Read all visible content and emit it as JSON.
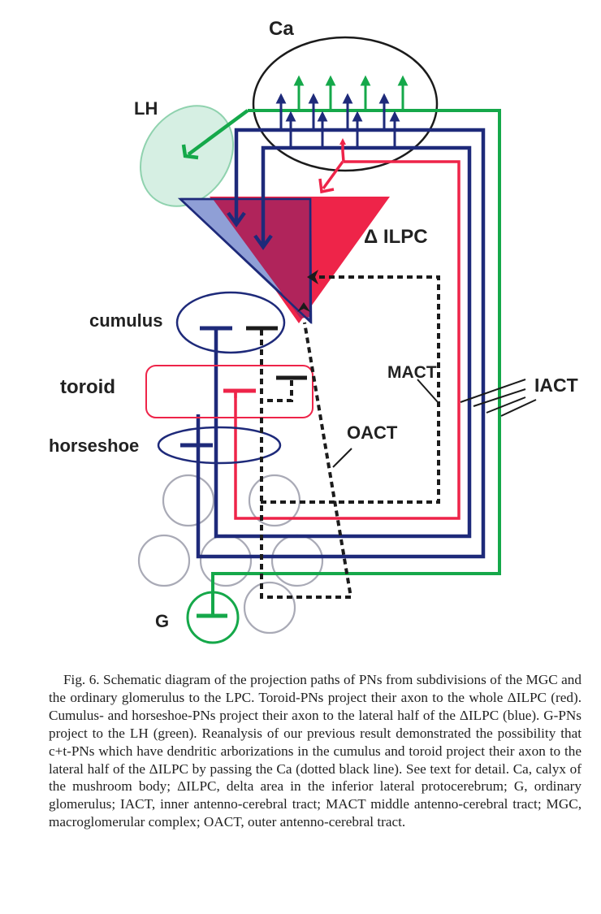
{
  "figure": {
    "labels": {
      "ca": "Ca",
      "lh": "LH",
      "dilpc": "Δ ILPC",
      "cumulus": "cumulus",
      "toroid": "toroid",
      "horseshoe": "horseshoe",
      "mact": "MACT",
      "iact": "IACT",
      "oact": "OACT",
      "g": "G"
    },
    "colors": {
      "red": "#ee2449",
      "blue": "#1e2a7a",
      "green": "#15a84a",
      "light_blue": "#8f9fd6",
      "overlap": "#b0245b",
      "lh_fill": "#d6efe3",
      "lh_stroke": "#8fd2ae",
      "glomerulus": "#a9aab6",
      "black": "#1b1b1b"
    }
  },
  "caption": {
    "text": "Fig. 6.  Schematic diagram of the projection paths of PNs from subdivisions of the MGC and the ordinary glomerulus to the LPC. Toroid-PNs project their axon to the whole ΔILPC (red). Cumulus- and horseshoe-PNs project their axon to the lateral half of the ΔILPC (blue). G-PNs project to the LH (green). Reanalysis of our previous result demonstrated the possibility that c+t-PNs which have dendritic arborizations in the cumulus and toroid project their axon to the lateral half of the ΔILPC by passing the Ca (dotted black line). See text for detail. Ca, calyx of the mushroom body; ΔILPC, delta area in the inferior lateral protocerebrum; G, ordinary glomerulus; IACT, inner antenno-cerebral tract; MACT middle antenno-cerebral tract; MGC, macroglomerular complex; OACT, outer antenno-cerebral tract."
  }
}
